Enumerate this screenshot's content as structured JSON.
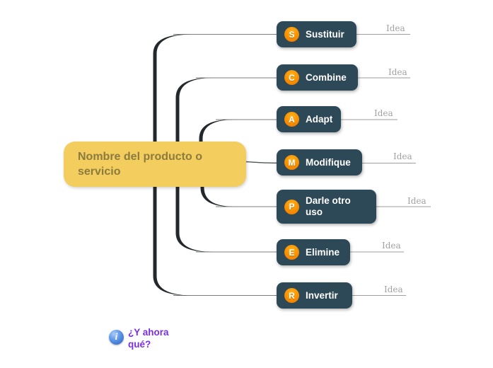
{
  "central_node": {
    "label": "Nombre del producto o servicio"
  },
  "branches": [
    {
      "letter": "S",
      "label": "Sustituir",
      "idea_label": "Idea"
    },
    {
      "letter": "C",
      "label": "Combine",
      "idea_label": "Idea"
    },
    {
      "letter": "A",
      "label": "Adapt",
      "idea_label": "Idea"
    },
    {
      "letter": "M",
      "label": "Modifique",
      "idea_label": "Idea"
    },
    {
      "letter": "P",
      "label": "Darle otro uso",
      "idea_label": "Idea"
    },
    {
      "letter": "E",
      "label": "Elimine",
      "idea_label": "Idea"
    },
    {
      "letter": "R",
      "label": "Invertir",
      "idea_label": "Idea"
    }
  ],
  "footer": {
    "info_symbol": "i",
    "question": "¿Y ahora qué?"
  },
  "colors": {
    "branch_node_bg": "#2d4857",
    "badge_orange": "#f78f00",
    "central_node_bg": "#f3cd5e",
    "central_text": "#8c7b3e",
    "connector_dark": "#23282d",
    "idea_line_gray": "#9e9e9e",
    "question_purple": "#7b2fe0",
    "info_blue": "#2d63bd"
  }
}
